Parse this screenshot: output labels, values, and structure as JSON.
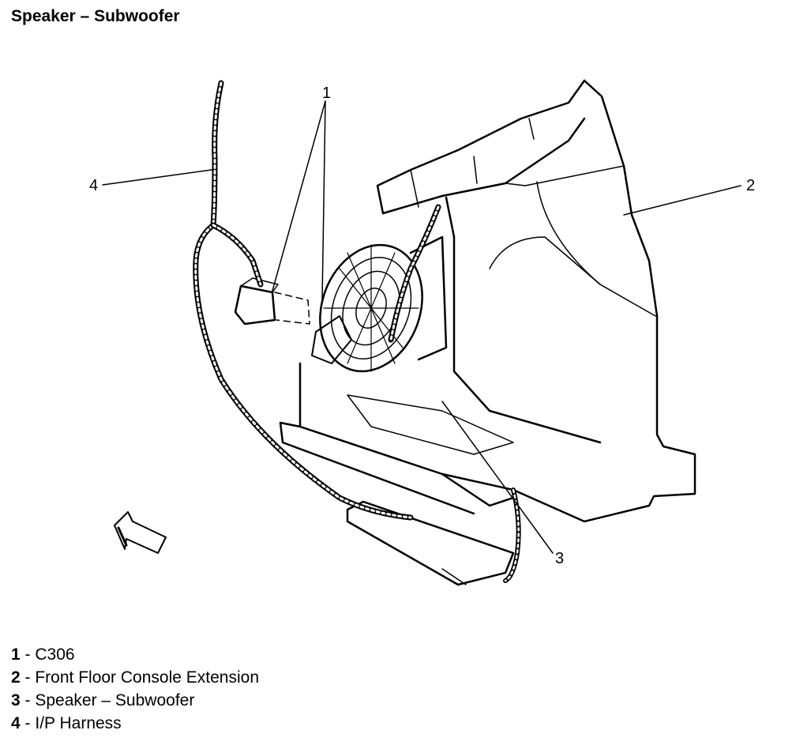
{
  "title": "Speaker – Subwoofer",
  "callouts": [
    {
      "num": "1",
      "label": "C306"
    },
    {
      "num": "2",
      "label": "Front Floor Console Extension"
    },
    {
      "num": "3",
      "label": "Speaker – Subwoofer"
    },
    {
      "num": "4",
      "label": "I/P Harness"
    }
  ],
  "legend_separator": " - "
}
